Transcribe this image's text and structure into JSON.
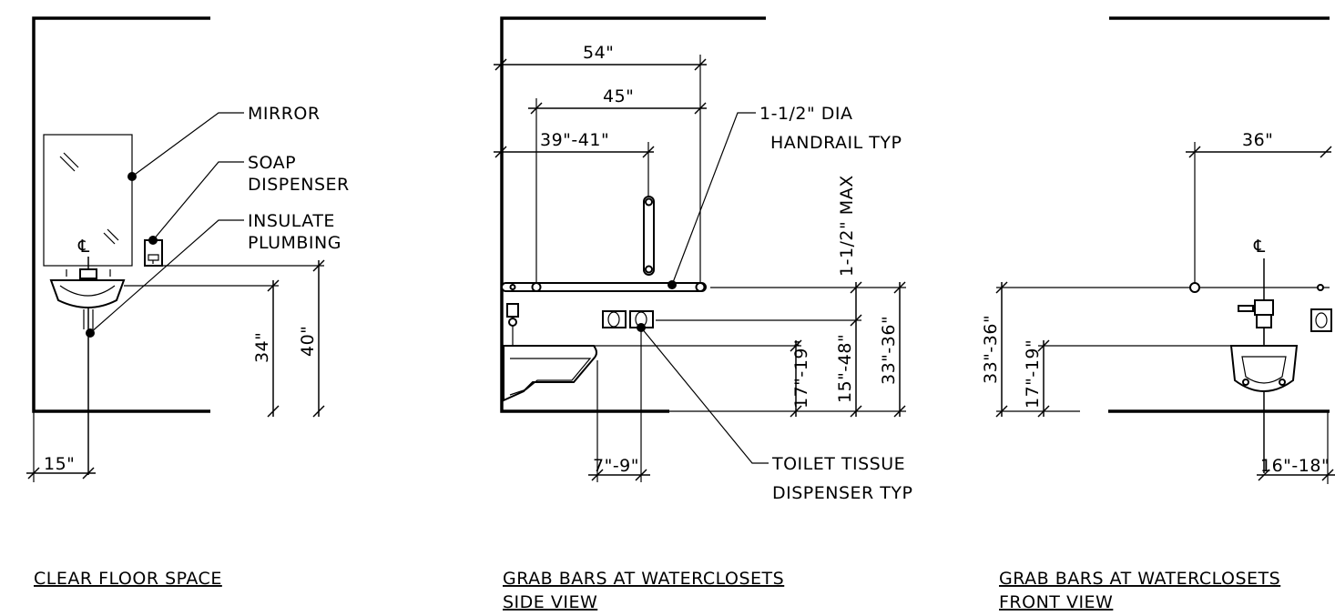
{
  "views": {
    "clear_floor": {
      "title": "CLEAR FLOOR SPACE",
      "labels": {
        "mirror": "MIRROR",
        "soap_1": "SOAP",
        "soap_2": "DISPENSER",
        "insulate_1": "INSULATE",
        "insulate_2": "PLUMBING",
        "centerline": "℄"
      },
      "dims": {
        "d15": "15\"",
        "d34": "34\"",
        "d40": "40\""
      }
    },
    "side": {
      "title_1": "GRAB BARS AT WATERCLOSETS",
      "title_2": "SIDE VIEW",
      "labels": {
        "handrail_1": "1-1/2\" DIA",
        "handrail_2": "HANDRAIL TYP",
        "tissue_1": "TOILET TISSUE",
        "tissue_2": "DISPENSER TYP"
      },
      "dims": {
        "d54": "54\"",
        "d45": "45\"",
        "d39": "39\"-41\"",
        "dmax": "1-1/2\" MAX",
        "d17": "17\"-19\"",
        "d15": "15\"-48\"",
        "d33": "33\"-36\"",
        "d7": "7\"-9\""
      }
    },
    "front": {
      "title_1": "GRAB BARS AT WATERCLOSETS",
      "title_2": "FRONT VIEW",
      "labels": {
        "centerline": "℄"
      },
      "dims": {
        "d36": "36\"",
        "d33": "33\"-36\"",
        "d17": "17\"-19\"",
        "d16": "16\"-18\""
      }
    }
  }
}
